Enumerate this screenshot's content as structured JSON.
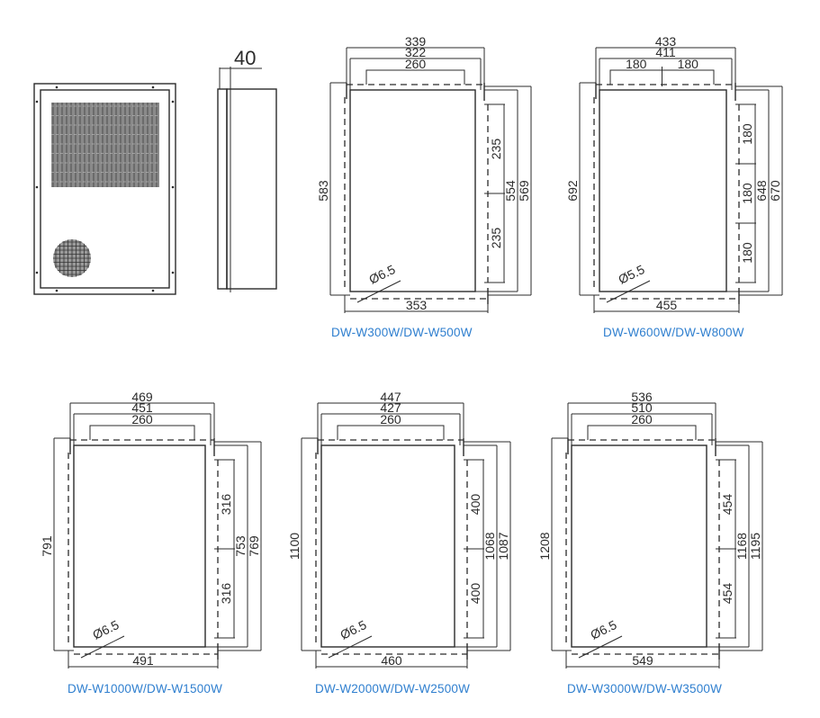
{
  "front_view": {
    "label": "front-view"
  },
  "side_view": {
    "depth": "40"
  },
  "colors": {
    "caption": "#2f7fcf",
    "line": "#2b2b2b"
  },
  "models": [
    {
      "caption": "DW-W300W/DW-W500W",
      "top_outer": "339",
      "top_inner": "322",
      "top_slots": [
        "260"
      ],
      "left_height": "583",
      "right_segments": [
        "235",
        "235"
      ],
      "right_inner": "554",
      "right_outer": "569",
      "hole": "Ø6.5",
      "bottom_width": "353"
    },
    {
      "caption": "DW-W600W/DW-W800W",
      "top_outer": "433",
      "top_inner": "411",
      "top_slots": [
        "180",
        "180"
      ],
      "left_height": "692",
      "right_segments": [
        "180",
        "180",
        "180"
      ],
      "right_inner": "648",
      "right_outer": "670",
      "hole": "Ø5.5",
      "bottom_width": "455"
    },
    {
      "caption": "DW-W1000W/DW-W1500W",
      "top_outer": "469",
      "top_inner": "451",
      "top_slots": [
        "260"
      ],
      "left_height": "791",
      "right_segments": [
        "316",
        "316"
      ],
      "right_inner": "753",
      "right_outer": "769",
      "hole": "Ø6.5",
      "bottom_width": "491"
    },
    {
      "caption": "DW-W2000W/DW-W2500W",
      "top_outer": "447",
      "top_inner": "427",
      "top_slots": [
        "260"
      ],
      "left_height": "1100",
      "right_segments": [
        "400",
        "400"
      ],
      "right_inner": "1068",
      "right_outer": "1087",
      "hole": "Ø6.5",
      "bottom_width": "460"
    },
    {
      "caption": "DW-W3000W/DW-W3500W",
      "top_outer": "536",
      "top_inner": "510",
      "top_slots": [
        "260"
      ],
      "left_height": "1208",
      "right_segments": [
        "454",
        "454"
      ],
      "right_inner": "1168",
      "right_outer": "1195",
      "hole": "Ø6.5",
      "bottom_width": "549"
    }
  ]
}
